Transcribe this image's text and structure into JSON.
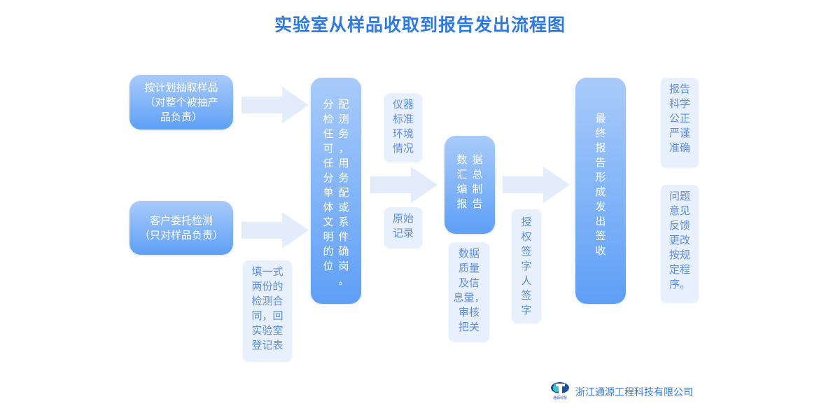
{
  "title": "实验室从样品收取到报告发出流程图",
  "boxes": {
    "sampling": "按计划抽取样品\n（对整个被抽产\n品负责）",
    "client": "客户委托检测\n（只对样品负责）",
    "assign": [
      "配测务，用务配或系件确岗。",
      "分检任可任分单体文明的位"
    ],
    "compile": [
      "据总制告",
      "数汇编报"
    ],
    "final": "最终报告形成发出签收"
  },
  "notes": {
    "contract": "填一式\n两份的\n检测合\n同，回\n实验室\n登记表",
    "instrument": "仪器\n标准\n环境\n情况",
    "original": "原始\n记录",
    "quality": "数据\n质量\n及信\n息量，\n审核\n把关",
    "sign": "授权签字人签字",
    "report": "报告\n科学\n公正\n严谨\n准确",
    "feedback": "问题\n意见\n反馈\n更改\n按规\n定程\n序。"
  },
  "footer": {
    "company": "浙江通源工程科技有限公司",
    "logo_text": "通源科技"
  },
  "colors": {
    "title": "#2f7ae0",
    "box_top": "#a9cbfb",
    "box_bottom": "#5e9ff6",
    "note_bg": "#e8f0fd",
    "note_text": "#5d8ee6",
    "arrow": "#e3ecfb"
  }
}
